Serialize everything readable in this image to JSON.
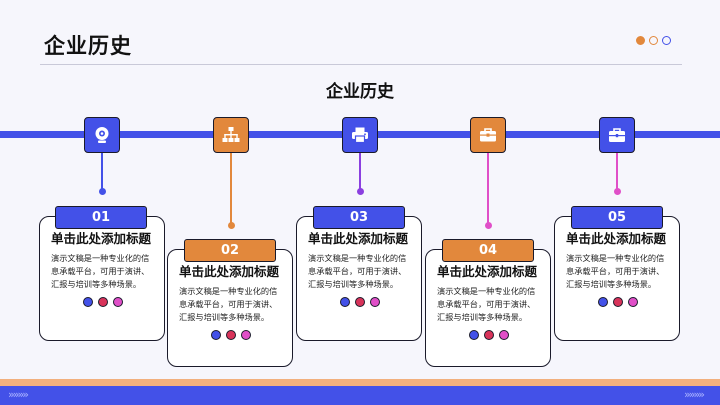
{
  "header": {
    "title": "企业历史"
  },
  "section": {
    "title": "企业历史"
  },
  "footer": {
    "chevrons_left": "»»»»",
    "chevrons_right": "»»»»"
  },
  "colors": {
    "blue": "#4351e8",
    "orange": "#e2883c",
    "purple": "#8b3fe0",
    "pink": "#e04fc8",
    "red": "#d8335a"
  },
  "milestones": [
    {
      "number": "01",
      "title": "单击此处添加标题",
      "desc": "演示文稿是一种专业化的信息承载平台，可用于演讲、汇报与培训等多种场景。",
      "icon": "webcam-icon"
    },
    {
      "number": "02",
      "title": "单击此处添加标题",
      "desc": "演示文稿是一种专业化的信息承载平台，可用于演讲、汇报与培训等多种场景。",
      "icon": "sitemap-icon"
    },
    {
      "number": "03",
      "title": "单击此处添加标题",
      "desc": "演示文稿是一种专业化的信息承载平台，可用于演讲、汇报与培训等多种场景。",
      "icon": "printer-icon"
    },
    {
      "number": "04",
      "title": "单击此处添加标题",
      "desc": "演示文稿是一种专业化的信息承载平台，可用于演讲、汇报与培训等多种场景。",
      "icon": "toolbox-icon"
    },
    {
      "number": "05",
      "title": "单击此处添加标题",
      "desc": "演示文稿是一种专业化的信息承载平台，可用于演讲、汇报与培训等多种场景。",
      "icon": "briefcase-icon"
    }
  ]
}
